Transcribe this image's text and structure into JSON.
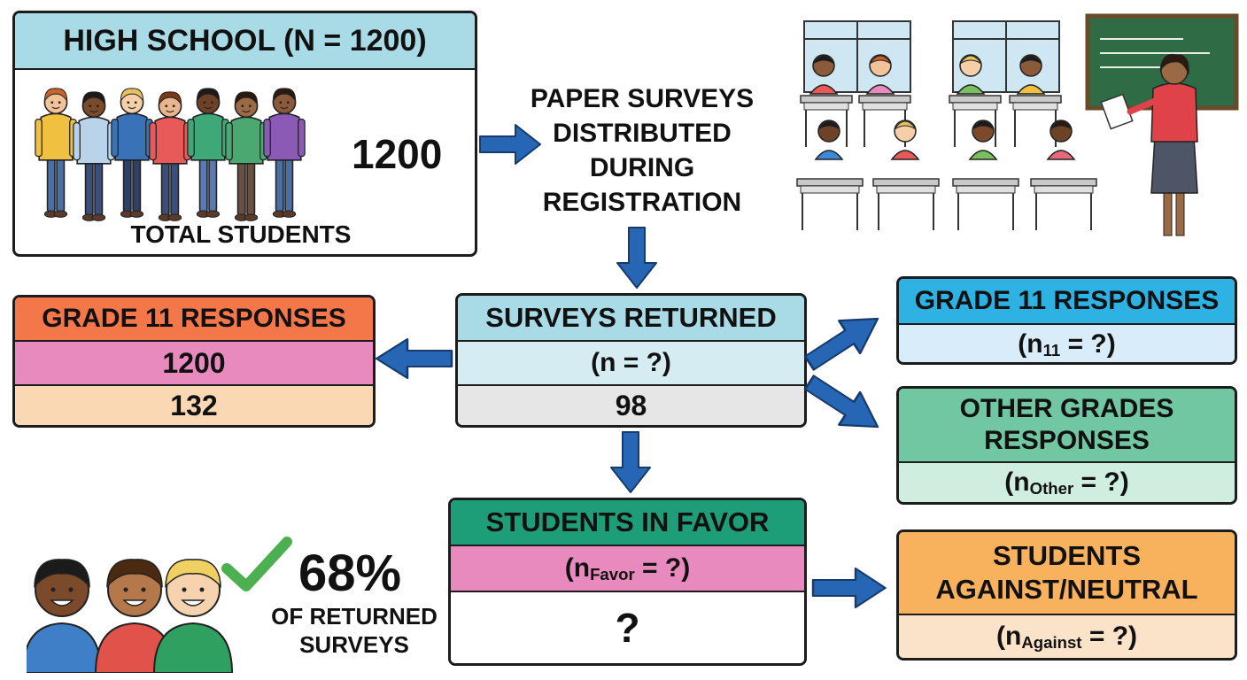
{
  "colors": {
    "header_blue": "#a9dbe6",
    "light_blue": "#d6ecf3",
    "gray": "#e6e6e6",
    "orange_red": "#f4774a",
    "pink": "#e88abd",
    "peach": "#fbd8b4",
    "sky": "#2eb2e3",
    "pale_sky": "#d8edf9",
    "green": "#70c7a2",
    "pale_green": "#cfeee0",
    "teal": "#1e9e78",
    "orange": "#f8b25e",
    "arrow": "#2766b5",
    "check": "#4caf50"
  },
  "population": {
    "title": "HIGH SCHOOL (N = 1200)",
    "count": "1200",
    "caption": "TOTAL STUDENTS"
  },
  "distribution_text": [
    "PAPER SURVEYS",
    "DISTRIBUTED",
    "DURING",
    "REGISTRATION"
  ],
  "grade11_left": {
    "title": "GRADE 11 RESPONSES",
    "value_a": "1200",
    "value_b": "132"
  },
  "returned": {
    "title": "SURVEYS RETURNED",
    "formula": "(n = ?)",
    "value": "98"
  },
  "grade11_right": {
    "title": "GRADE 11 RESPONSES",
    "formula_pre": "(n",
    "formula_sub": "11",
    "formula_post": " = ?)"
  },
  "other_grades": {
    "title_line1": "OTHER GRADES",
    "title_line2": "RESPONSES",
    "formula_pre": "(n",
    "formula_sub": "Other",
    "formula_post": " = ?)"
  },
  "favor": {
    "title": "STUDENTS IN FAVOR",
    "formula_pre": "(n",
    "formula_sub": "Favor",
    "formula_post": " = ?)",
    "value": "?"
  },
  "against": {
    "title_line1": "STUDENTS",
    "title_line2": "AGAINST/NEUTRAL",
    "formula_pre": "(n",
    "formula_sub": "Against",
    "formula_post": " = ?)"
  },
  "percent": {
    "value": "68%",
    "line1": "OF RETURNED",
    "line2": "SURVEYS"
  },
  "icons": [
    "student-group-illustration",
    "classroom-illustration",
    "happy-students-illustration",
    "checkmark-icon",
    "arrow-icon"
  ]
}
